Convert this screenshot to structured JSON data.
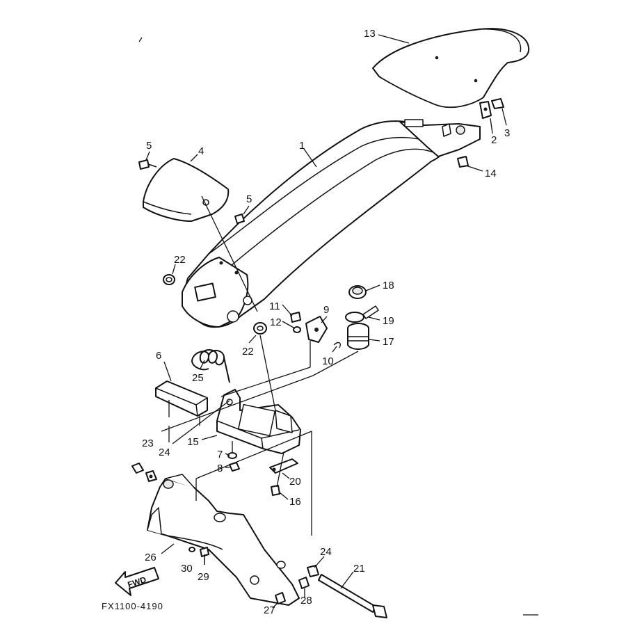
{
  "figure": {
    "code": "FX1100-4190",
    "fwd_label": "FWD"
  },
  "callouts": {
    "c1": "1",
    "c2": "2",
    "c3": "3",
    "c4": "4",
    "c5a": "5",
    "c5b": "5",
    "c6": "6",
    "c7": "7",
    "c8": "8",
    "c9": "9",
    "c10": "10",
    "c11": "11",
    "c12": "12",
    "c13": "13",
    "c14": "14",
    "c15": "15",
    "c16": "16",
    "c17": "17",
    "c18": "18",
    "c19": "19",
    "c20": "20",
    "c21": "21",
    "c22a": "22",
    "c22b": "22",
    "c23": "23",
    "c24a": "24",
    "c24b": "24",
    "c25": "25",
    "c26": "26",
    "c27": "27",
    "c28": "28",
    "c29": "29",
    "c30": "30"
  }
}
